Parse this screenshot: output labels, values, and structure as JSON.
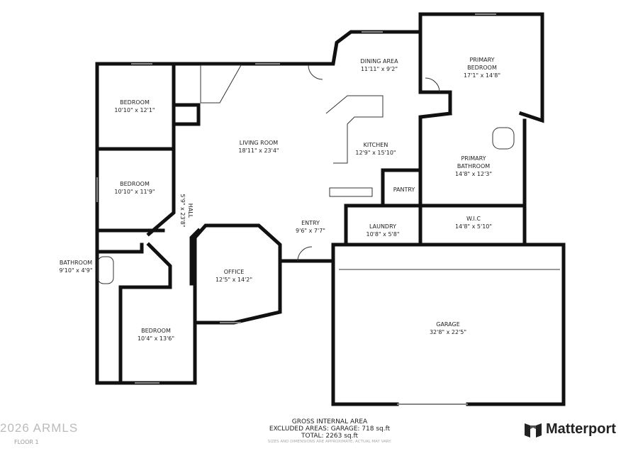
{
  "rooms": [
    {
      "name": "BEDROOM",
      "size": "10'10\" x 12'1\""
    },
    {
      "name": "BEDROOM",
      "size": "10'10\" x 11'9\""
    },
    {
      "name": "BATHROOM",
      "size": "9'10\" x 4'9\""
    },
    {
      "name": "BEDROOM",
      "size": "10'4\" x 13'6\""
    },
    {
      "name": "HALL",
      "size": "5'9\" x 23'8\""
    },
    {
      "name": "LIVING ROOM",
      "size": "18'11\" x 23'4\""
    },
    {
      "name": "OFFICE",
      "size": "12'5\" x 14'2\""
    },
    {
      "name": "ENTRY",
      "size": "9'6\" x 7'7\""
    },
    {
      "name": "DINING AREA",
      "size": "11'11\" x 9'2\""
    },
    {
      "name": "KITCHEN",
      "size": "12'9\" x 15'10\""
    },
    {
      "name": "PANTRY",
      "size": ""
    },
    {
      "name": "LAUNDRY",
      "size": "10'8\" x 5'8\""
    },
    {
      "name": "PRIMARY",
      "name2": "BEDROOM",
      "size": "17'1\" x 14'8\""
    },
    {
      "name": "PRIMARY",
      "name2": "BATHROOM",
      "size": "14'8\" x 12'3\""
    },
    {
      "name": "W.I.C",
      "size": "14'8\" x 5'10\""
    },
    {
      "name": "GARAGE",
      "size": "32'8\" x 22'5\""
    }
  ],
  "footer": {
    "line1": "GROSS INTERNAL AREA",
    "line2": "EXCLUDED AREAS: GARAGE: 718 sq.ft",
    "line3": "TOTAL: 2263 sq.ft",
    "disclaimer": "SIZES AND DIMENSIONS ARE APPROXIMATE, ACTUAL MAY VARY."
  },
  "floor_label": "FLOOR 1",
  "watermark": "2026 ARMLS",
  "brand": "Matterport"
}
